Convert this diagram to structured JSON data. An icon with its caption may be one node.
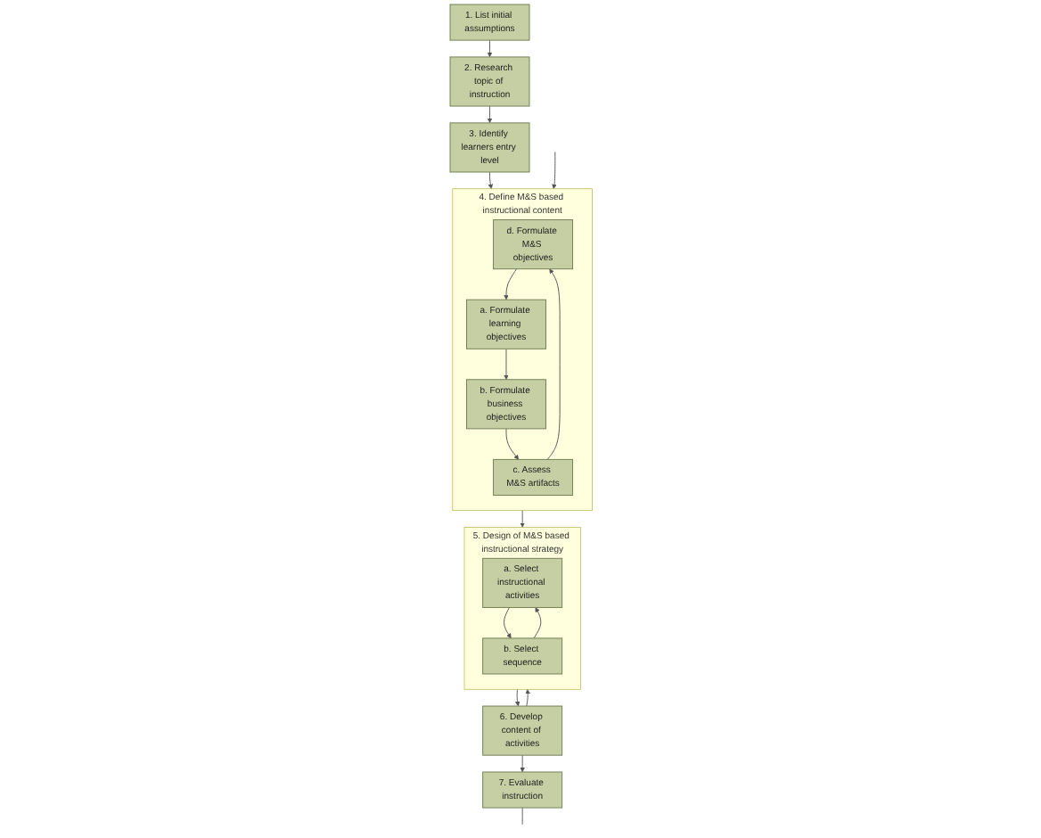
{
  "diagram": {
    "nodes": [
      {
        "text": [
          "1. List initial assumptions"
        ]
      },
      {
        "text": [
          "2. Research topic of instruction"
        ]
      },
      {
        "text": [
          "3. Identify learners entry level"
        ]
      },
      {
        "text": [
          "4. Define M&S based instructional content"
        ]
      },
      {
        "text": [
          "d. Formulate M&S objectives"
        ],
        "in": 3
      },
      {
        "text": [
          "c. Assess M&S artifacts"
        ],
        "in": 3
      },
      {
        "text": [
          "a. Formulate learning objectives"
        ],
        "in": 3
      },
      {
        "text": [
          "b. Formulate business objectives"
        ],
        "in": 3
      },
      {
        "text": [
          "5. Design of M&S based instructional strategy"
        ]
      },
      {
        "text": [
          "a. Select instructional activities"
        ],
        "in": 8
      },
      {
        "text": [
          "b. Select sequence"
        ],
        "in": 8
      },
      {
        "text": [
          "6. Develop content of activities"
        ]
      },
      {
        "text": [
          "7. Evaluate instruction"
        ]
      }
    ],
    "edges": [
      {
        "from": 0,
        "to": 1,
        "arrow": "to"
      },
      {
        "from": 1,
        "to": 2,
        "arrow": "to"
      },
      {
        "from": 2,
        "to": 3,
        "arrow": "to"
      },
      {
        "from": 5,
        "to": 4,
        "arrow": "to"
      },
      {
        "from": 4,
        "to": 6,
        "arrow": "to"
      },
      {
        "from": 6,
        "to": 7,
        "arrow": "to"
      },
      {
        "from": 7,
        "to": 5,
        "arrow": "to"
      },
      {
        "from": null,
        "to": 3,
        "arrow": "to"
      },
      {
        "from": 3,
        "to": 8,
        "arrow": "to"
      },
      {
        "from": 9,
        "to": 10,
        "arrow": "to"
      },
      {
        "from": 10,
        "to": 9,
        "arrow": "to"
      },
      {
        "from": 8,
        "to": 11,
        "arrow": "to"
      },
      {
        "from": 11,
        "to": 8,
        "arrow": "to"
      },
      {
        "from": 11,
        "to": 12,
        "arrow": "to"
      },
      {
        "from": 12,
        "to": null,
        "arrow": "none"
      }
    ]
  }
}
